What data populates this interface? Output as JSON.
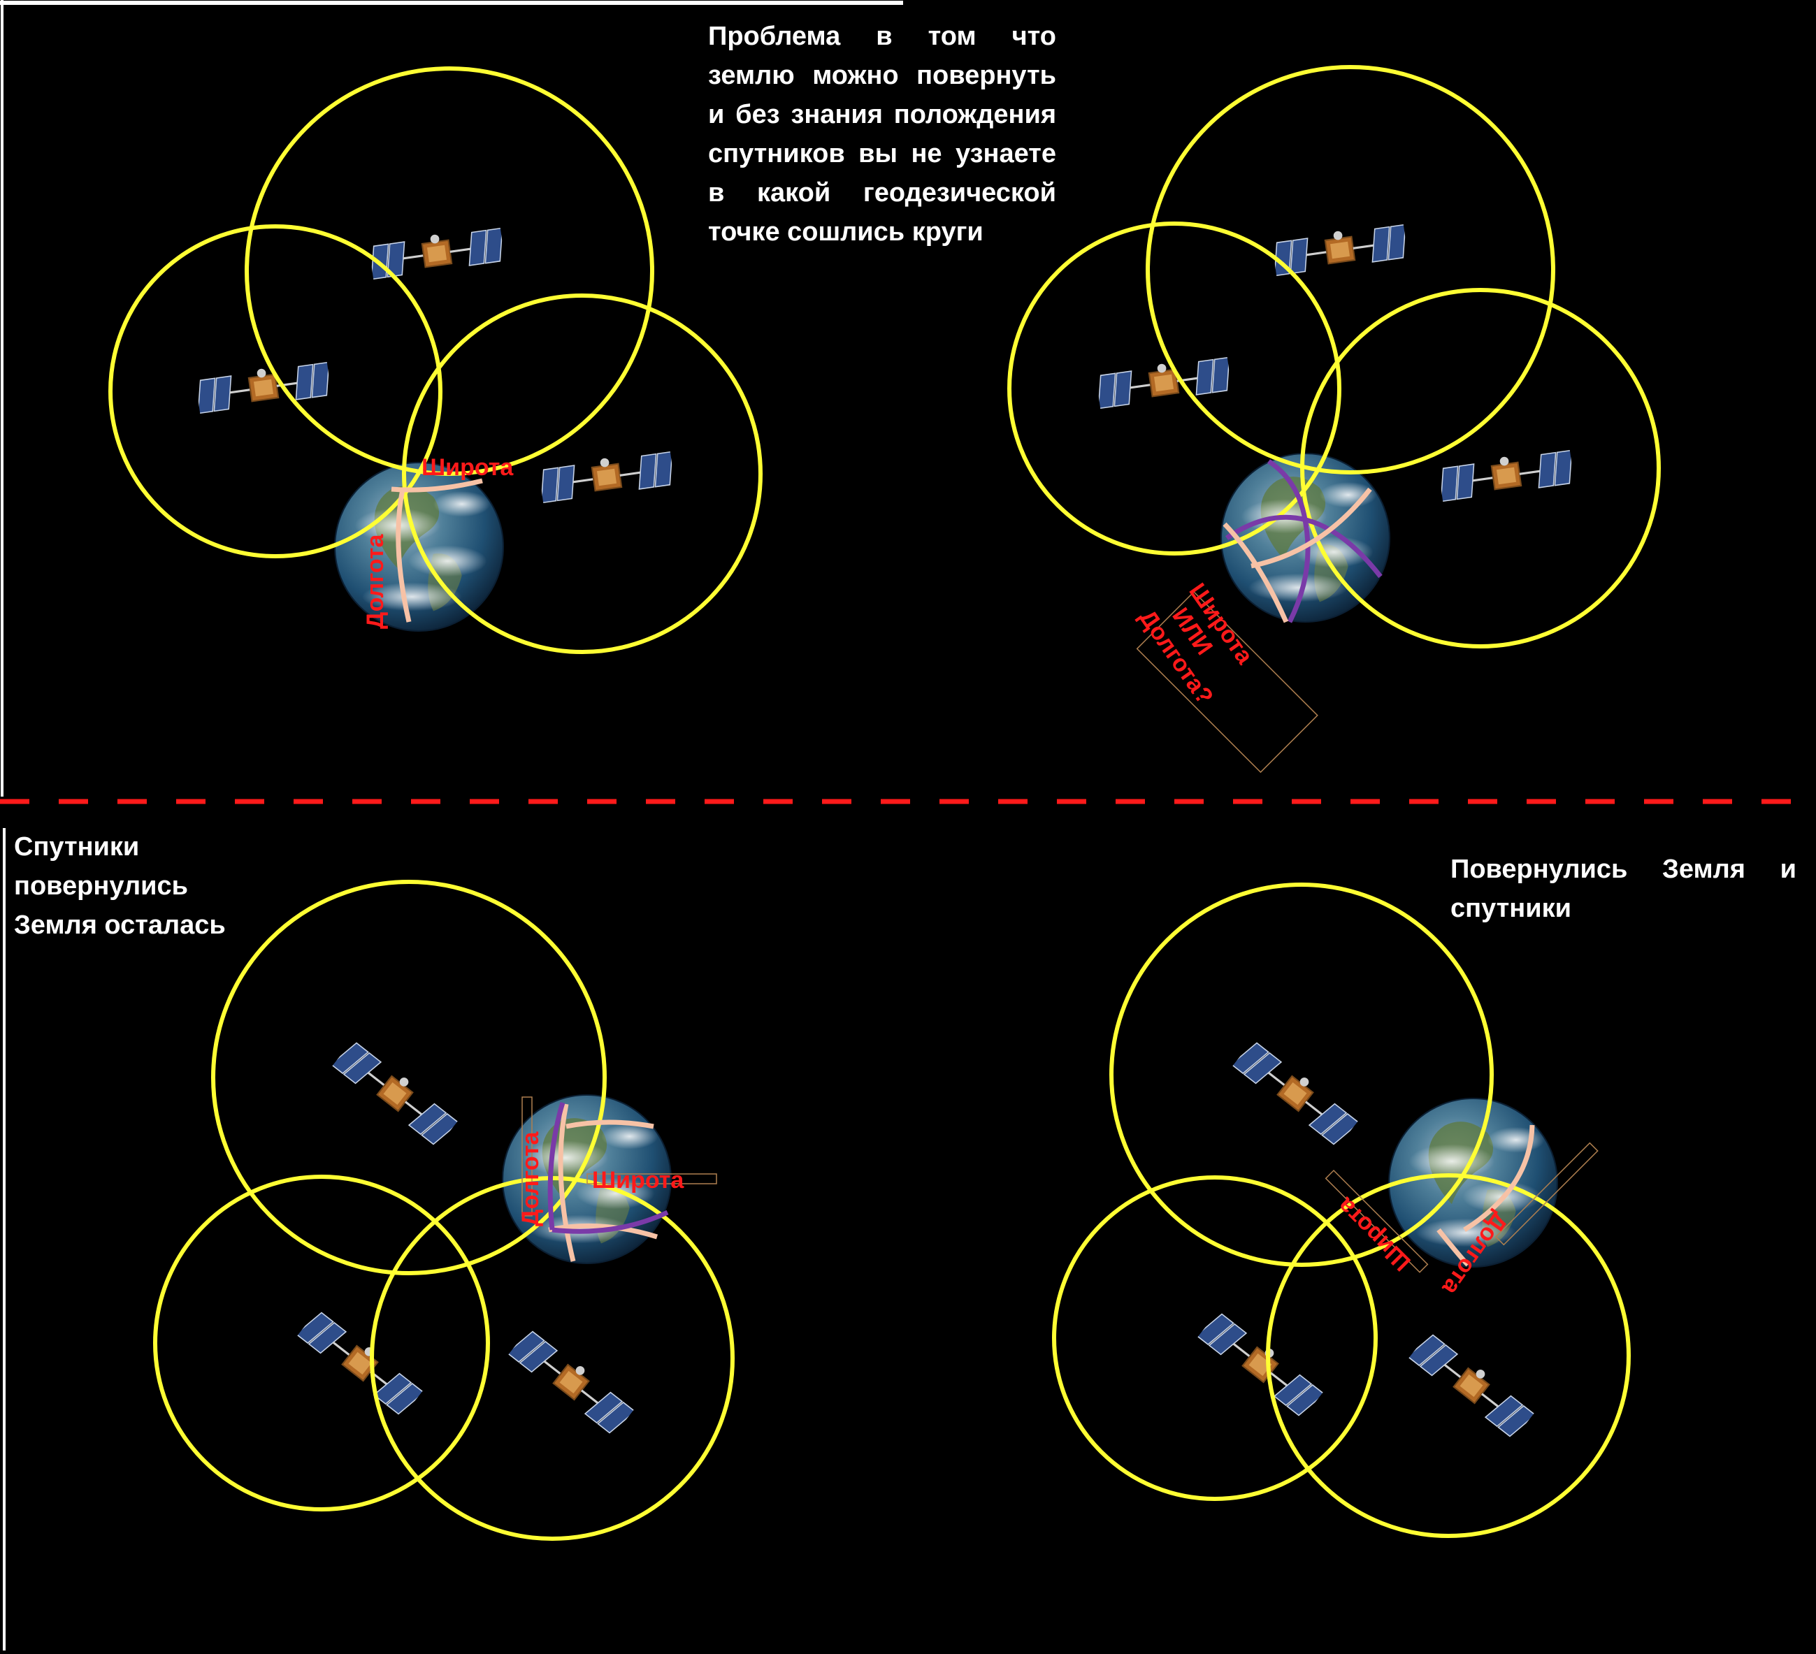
{
  "notes": {
    "top_right_note": "Проблема в том что землю можно повернуть и без знания полождения спутников вы не узнаете в какой геодезической точке сошлись круги",
    "bottom_left_note": "Спутники повернулись Земля осталась",
    "bottom_right_note": "Повернулись Земля и спутники"
  },
  "labels": {
    "latitude": "Широта",
    "longitude": "Долгота",
    "question_line1": "Широта",
    "question_line2": "ИЛИ",
    "question_line3": "Долгота?"
  },
  "colors": {
    "background": "#000000",
    "circle": "#ffff33",
    "label": "#ff1a1a",
    "divider": "#ff1a1a",
    "arc_light": "#f7c2a6",
    "arc_purple": "#7a3aa8"
  },
  "icons": [
    "satellite-icon",
    "earth-icon"
  ]
}
